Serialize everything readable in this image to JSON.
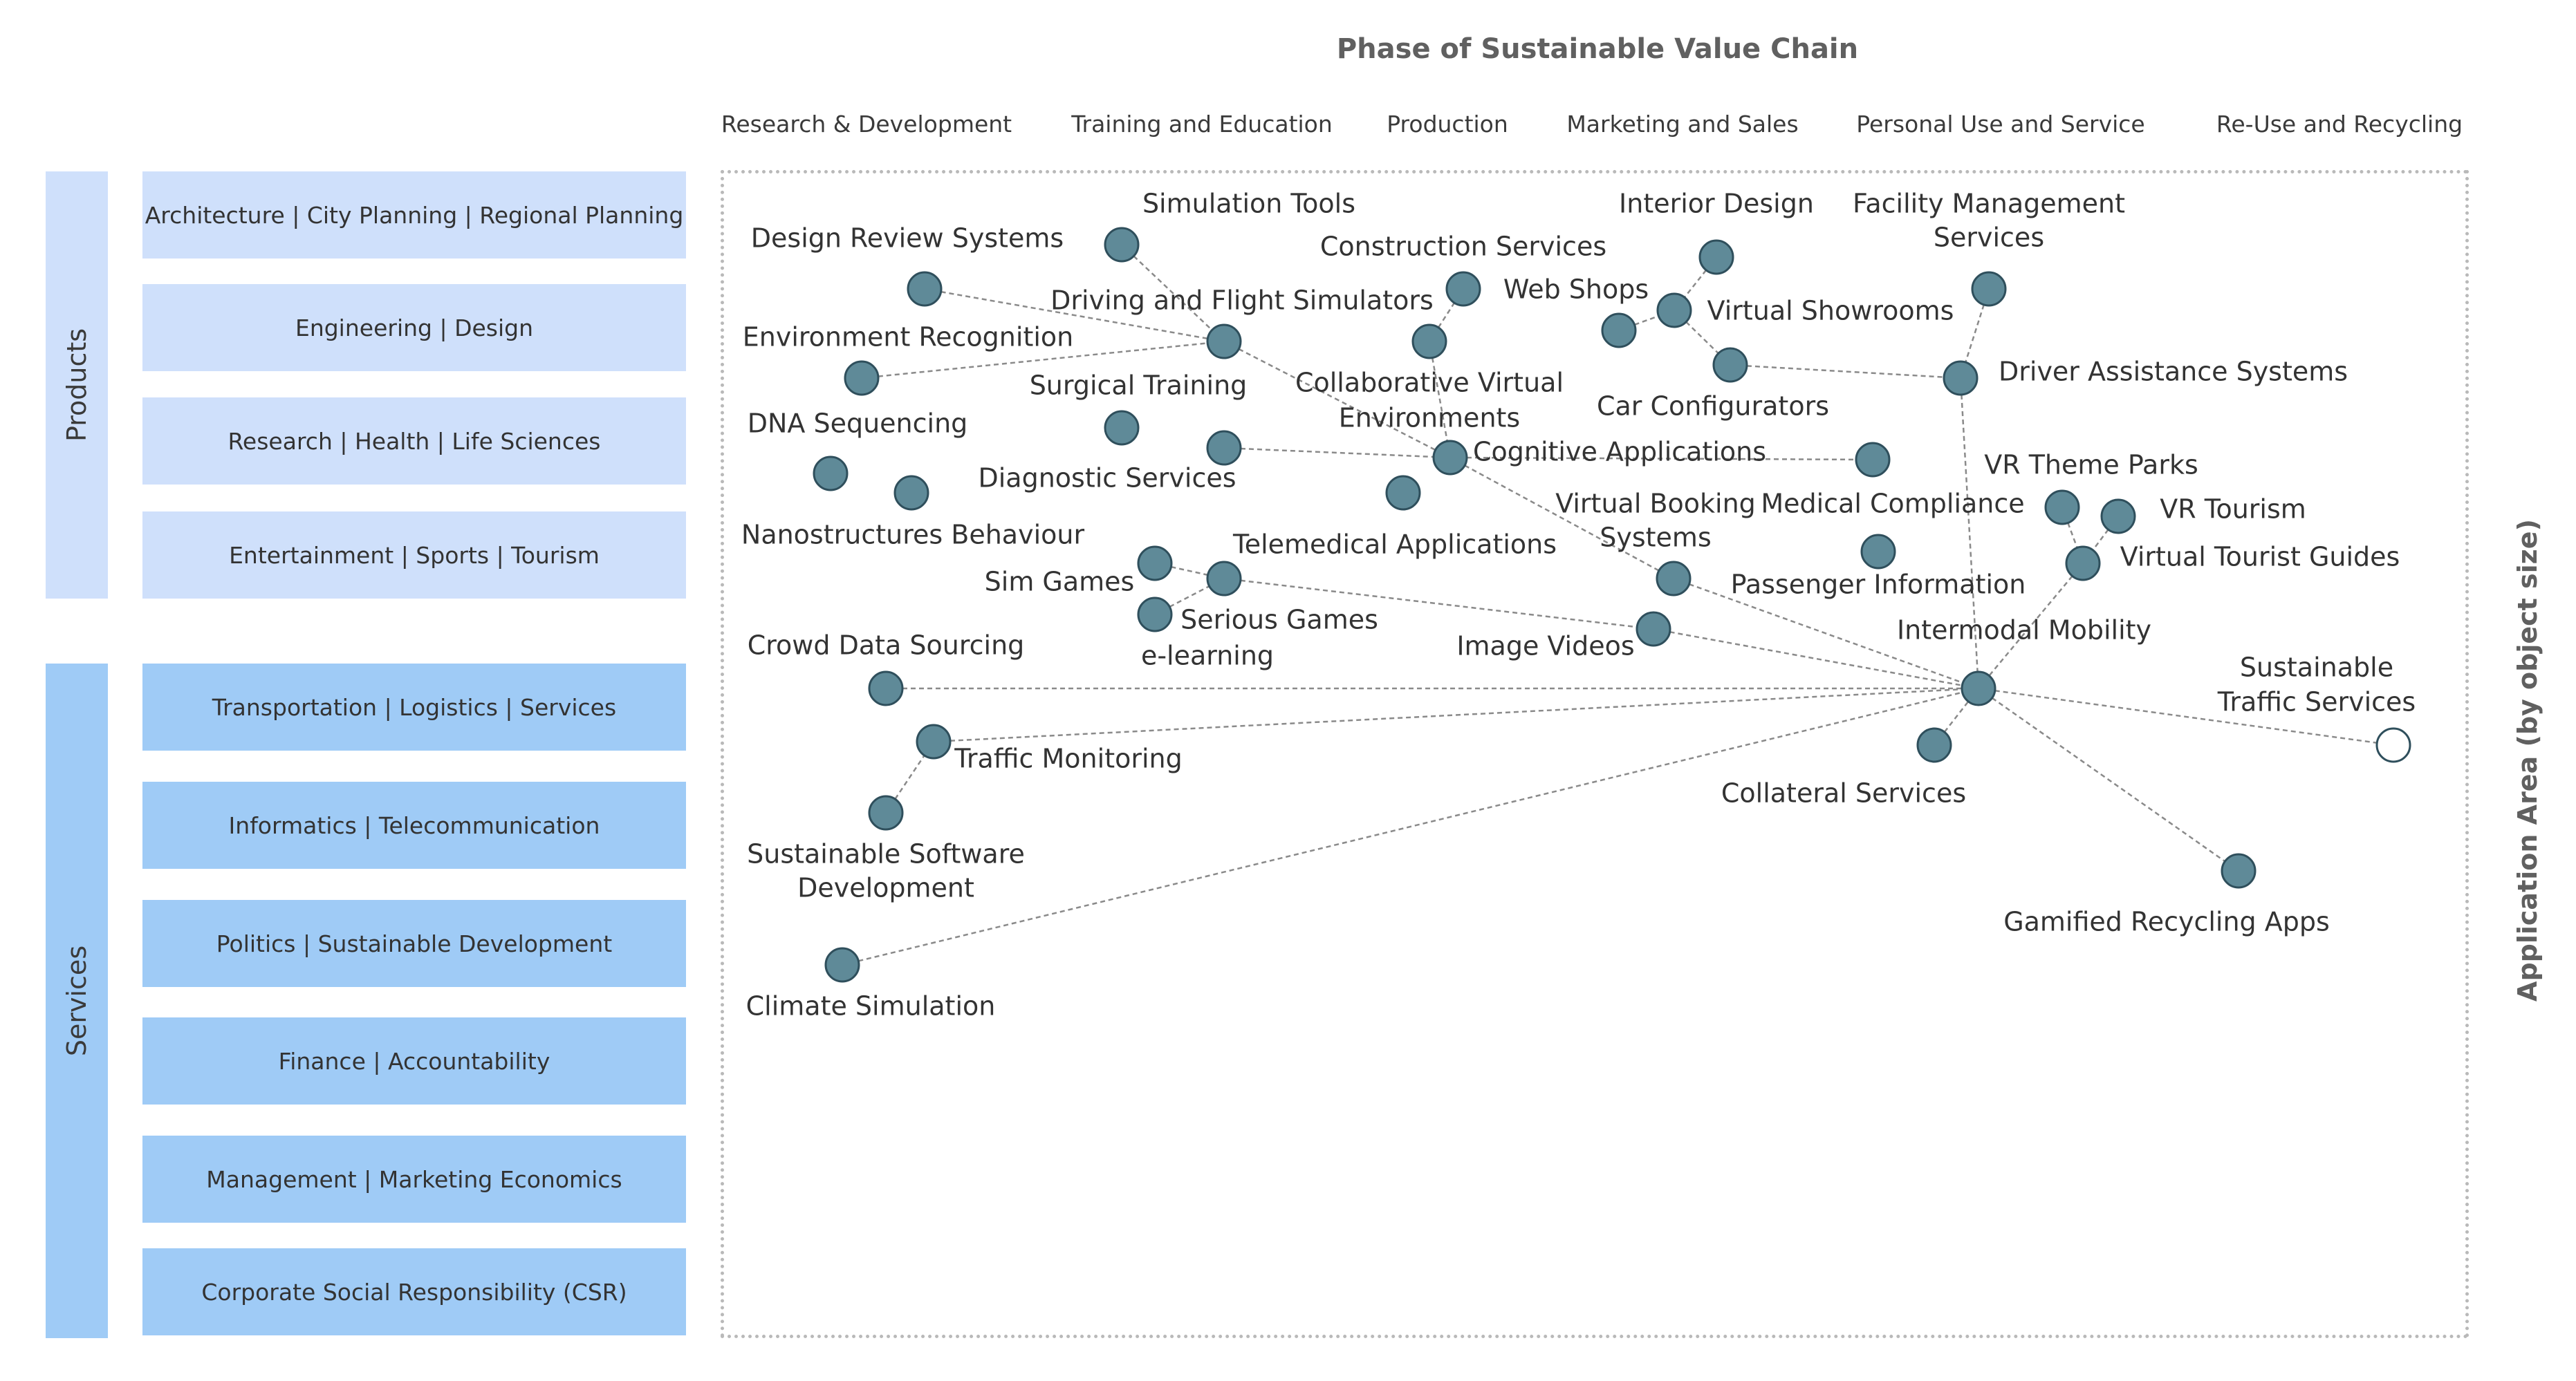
{
  "header": {
    "title": "Phase of Sustainable Value Chain",
    "columns": [
      "Research & Development",
      "Training and Education",
      "Production",
      "Marketing and Sales",
      "Personal Use and Service",
      "Re-Use and Recycling"
    ]
  },
  "side_axis_label": "Application Area (by object size)",
  "groups": {
    "products": {
      "label": "Products",
      "items": [
        "Architecture | City Planning | Regional Planning",
        "Engineering | Design",
        "Research | Health | Life Sciences",
        "Entertainment | Sports | Tourism"
      ]
    },
    "services": {
      "label": "Services",
      "items": [
        "Transportation | Logistics | Services",
        "Informatics | Telecommunication",
        "Politics | Sustainable Development",
        "Finance | Accountability",
        "Management | Marketing Economics",
        "Corporate Social Responsibility (CSR)"
      ]
    }
  },
  "colors": {
    "node_fill": "#5f8a98",
    "node_stroke": "#2f4f5c",
    "hollow_fill": "#ffffff",
    "edge": "#8a8a8a",
    "products_fill": "#cfe0fb",
    "services_fill": "#9fcbf6",
    "frame_border": "#b9b9b9"
  },
  "diagram": {
    "nodes": [
      {
        "id": "design_review",
        "label": "Design Review Systems"
      },
      {
        "id": "simulation_tools",
        "label": "Simulation Tools"
      },
      {
        "id": "driving_sim",
        "label": "Driving and Flight Simulators"
      },
      {
        "id": "env_recog",
        "label": "Environment Recognition"
      },
      {
        "id": "construction",
        "label": "Construction Services"
      },
      {
        "id": "interior",
        "label": "Interior Design"
      },
      {
        "id": "facility",
        "label": "Facility Management Services"
      },
      {
        "id": "web_shops",
        "label": "Web Shops"
      },
      {
        "id": "showrooms",
        "label": "Virtual Showrooms"
      },
      {
        "id": "collab_virtual",
        "label": "Collaborative Virtual Environments"
      },
      {
        "id": "car_config",
        "label": "Car Configurators"
      },
      {
        "id": "driver_assist",
        "label": "Driver Assistance Systems"
      },
      {
        "id": "surgical",
        "label": "Surgical Training"
      },
      {
        "id": "dna",
        "label": "DNA Sequencing"
      },
      {
        "id": "diagnostic",
        "label": "Diagnostic Services"
      },
      {
        "id": "cognitive",
        "label": "Cognitive Applications"
      },
      {
        "id": "nano",
        "label": "Nanostructures Behaviour"
      },
      {
        "id": "telemedical",
        "label": "Telemedical Applications"
      },
      {
        "id": "booking",
        "label": "Virtual Booking Systems"
      },
      {
        "id": "medical_comp",
        "label": "Medical Compliance"
      },
      {
        "id": "vr_theme",
        "label": "VR Theme Parks"
      },
      {
        "id": "vr_tourism",
        "label": "VR Tourism"
      },
      {
        "id": "tourist_guides",
        "label": "Virtual Tourist Guides"
      },
      {
        "id": "sim_games",
        "label": "Sim Games"
      },
      {
        "id": "serious_games",
        "label": "Serious Games"
      },
      {
        "id": "elearning",
        "label": "e-learning"
      },
      {
        "id": "passenger",
        "label": "Passenger Information"
      },
      {
        "id": "image_videos",
        "label": "Image Videos"
      },
      {
        "id": "intermodal",
        "label": "Intermodal Mobility"
      },
      {
        "id": "crowd",
        "label": "Crowd Data Sourcing"
      },
      {
        "id": "sustainable_traffic",
        "label": "Sustainable Traffic Services"
      },
      {
        "id": "traffic_mon",
        "label": "Traffic Monitoring"
      },
      {
        "id": "collateral",
        "label": "Collateral Services"
      },
      {
        "id": "sust_software",
        "label": "Sustainable Software Development"
      },
      {
        "id": "gamified",
        "label": "Gamified Recycling Apps"
      },
      {
        "id": "climate",
        "label": "Climate Simulation"
      }
    ],
    "edges": [
      [
        "design_review",
        "driving_sim"
      ],
      [
        "simulation_tools",
        "driving_sim"
      ],
      [
        "env_recog",
        "driving_sim"
      ],
      [
        "driving_sim",
        "cognitive"
      ],
      [
        "collab_virtual",
        "construction"
      ],
      [
        "collab_virtual",
        "cognitive"
      ],
      [
        "diagnostic",
        "cognitive"
      ],
      [
        "cognitive",
        "medical_comp"
      ],
      [
        "cognitive",
        "booking"
      ],
      [
        "booking",
        "intermodal"
      ],
      [
        "interior",
        "showrooms"
      ],
      [
        "web_shops",
        "showrooms"
      ],
      [
        "showrooms",
        "car_config"
      ],
      [
        "car_config",
        "driver_assist"
      ],
      [
        "facility",
        "driver_assist"
      ],
      [
        "driver_assist",
        "intermodal"
      ],
      [
        "sim_games",
        "serious_games"
      ],
      [
        "elearning",
        "serious_games"
      ],
      [
        "serious_games",
        "image_videos"
      ],
      [
        "image_videos",
        "intermodal"
      ],
      [
        "vr_theme",
        "tourist_guides"
      ],
      [
        "vr_tourism",
        "tourist_guides"
      ],
      [
        "tourist_guides",
        "intermodal"
      ],
      [
        "crowd",
        "intermodal"
      ],
      [
        "traffic_mon",
        "intermodal"
      ],
      [
        "sust_software",
        "traffic_mon"
      ],
      [
        "climate",
        "intermodal"
      ],
      [
        "collateral",
        "intermodal"
      ],
      [
        "intermodal",
        "sustainable_traffic"
      ],
      [
        "intermodal",
        "gamified"
      ]
    ]
  }
}
